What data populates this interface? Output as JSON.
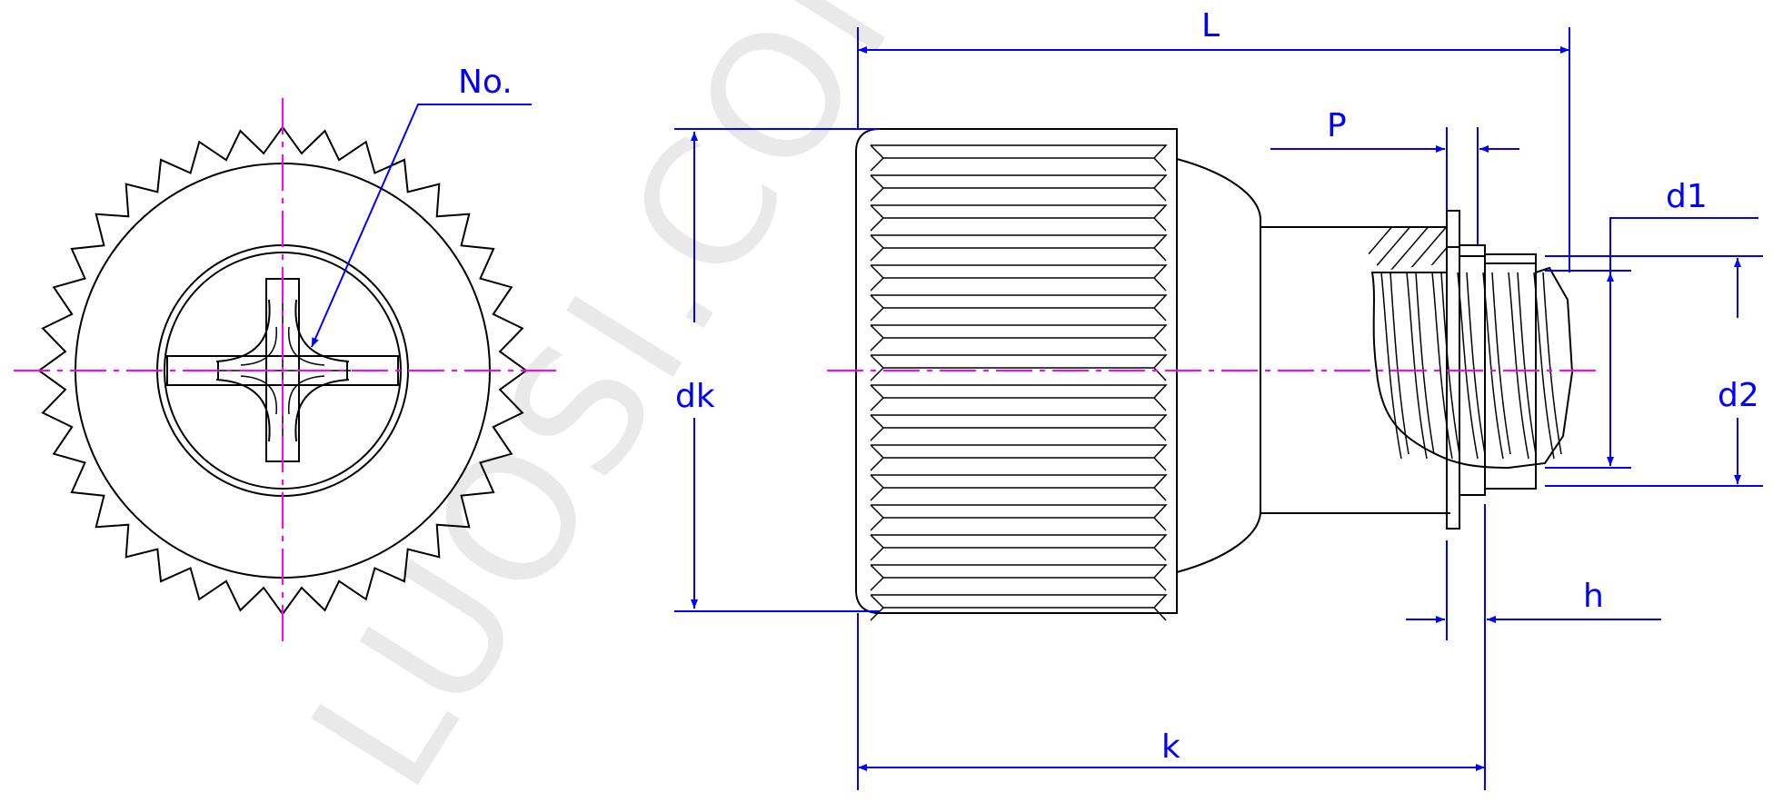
{
  "labels": {
    "no": "No.",
    "L": "L",
    "P": "P",
    "d1": "d1",
    "dk": "dk",
    "d2": "d2",
    "h": "h",
    "k": "k"
  },
  "watermark": "LUOSI.COM",
  "colors": {
    "object_line": "#000000",
    "dimension_line": "#0000ff",
    "center_line": "#ff00ff",
    "watermark": "#e9e9e9",
    "background": "#ffffff"
  }
}
